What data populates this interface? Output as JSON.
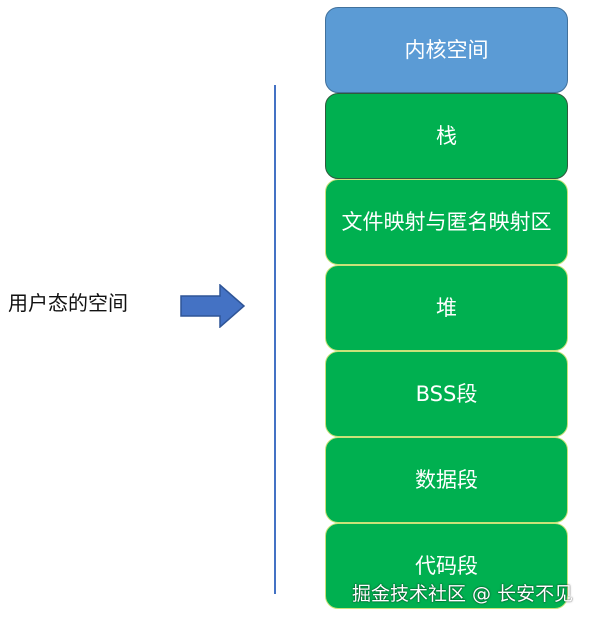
{
  "user_space_label": "用户态的空间",
  "kernel": {
    "label": "内核空间"
  },
  "segments": [
    {
      "label": "栈"
    },
    {
      "label": "文件映射与匿名映射区"
    },
    {
      "label": "堆"
    },
    {
      "label": "BSS段"
    },
    {
      "label": "数据段"
    },
    {
      "label": "代码段"
    }
  ],
  "watermark": "掘金技术社区 @ 长安不见",
  "colors": {
    "kernel": "#5b9bd5",
    "segment": "#00b050",
    "arrow": "#4472c4",
    "divider": "#4472c4"
  }
}
